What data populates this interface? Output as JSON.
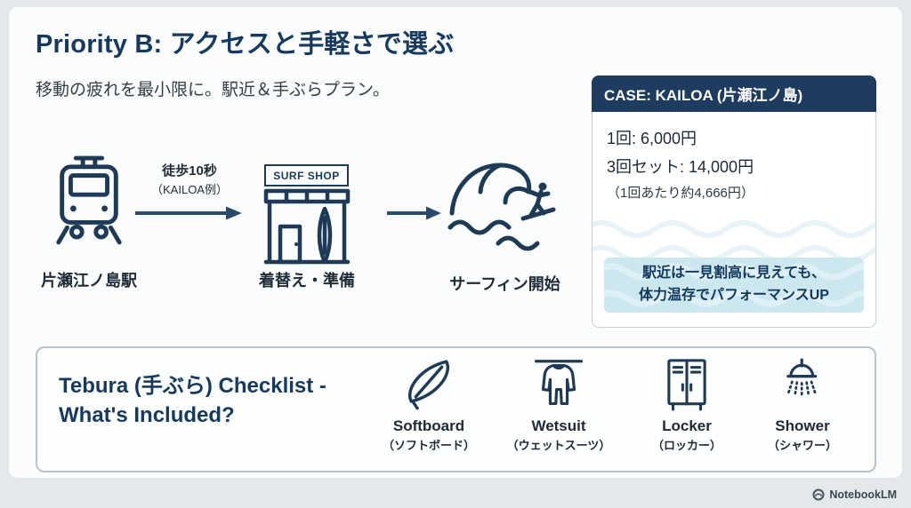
{
  "header": {
    "title": "Priority B: アクセスと手軽さで選ぶ",
    "subtitle": "移動の疲れを最小限に。駅近＆手ぶらプラン。"
  },
  "flow": {
    "station_label": "片瀬江ノ島駅",
    "walk_time": "徒歩10秒",
    "walk_note": "（KAILOA例）",
    "shop_sign": "SURF SHOP",
    "shop_label": "着替え・準備",
    "surf_label": "サーフィン開始"
  },
  "case_card": {
    "header": "CASE: KAILOA (片瀬江ノ島)",
    "price_line1": "1回: 6,000円",
    "price_line2": "3回セット: 14,000円",
    "price_line3": "（1回あたり約4,666円）",
    "highlight_line1": "駅近は一見割高に見えても、",
    "highlight_line2": "体力温存でパフォーマンスUP"
  },
  "checklist": {
    "title_line1": "Tebura (手ぶら) Checklist -",
    "title_line2": "What's Included?",
    "items": [
      {
        "name": "Softboard",
        "jp": "（ソフトボード）"
      },
      {
        "name": "Wetsuit",
        "jp": "（ウェットスーツ）"
      },
      {
        "name": "Locker",
        "jp": "（ロッカー）"
      },
      {
        "name": "Shower",
        "jp": "（シャワー）"
      }
    ]
  },
  "footer": {
    "brand": "NotebookLM"
  },
  "icons": [
    "train-icon",
    "walk-arrow-icon",
    "surf-shop-icon",
    "wave-surfer-icon",
    "softboard-icon",
    "wetsuit-icon",
    "locker-icon",
    "shower-icon",
    "notebooklm-logo"
  ],
  "colors": {
    "navy": "#1e3c5f",
    "title_navy": "#16395f",
    "icon_stroke": "#1e3a57",
    "highlight_bg": "#cde7ef",
    "page_bg": "#e3e9eb"
  }
}
